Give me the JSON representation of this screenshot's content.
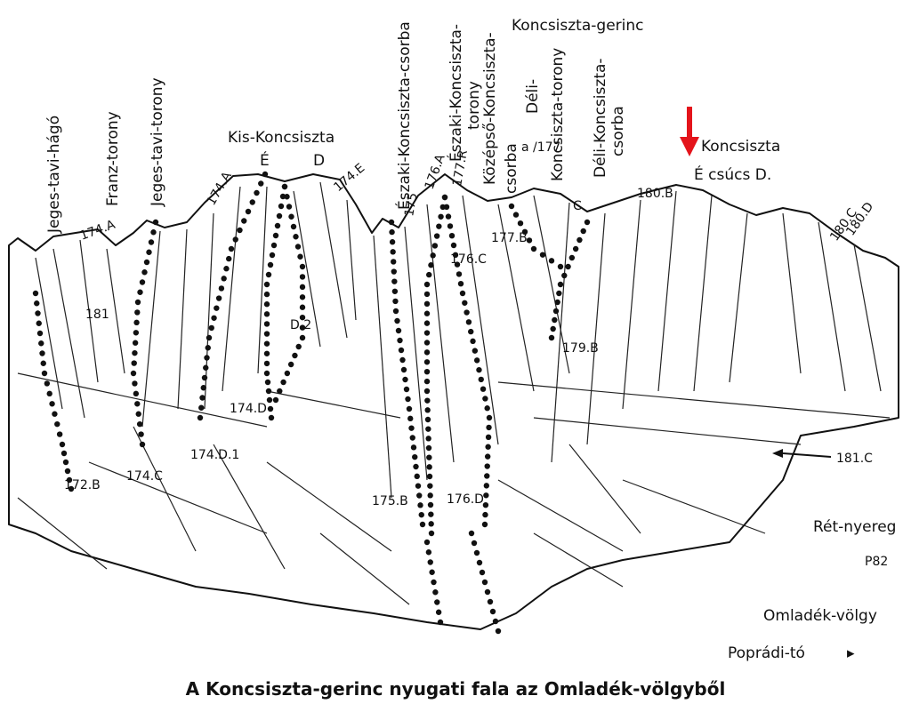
{
  "caption": "A Koncsiszta-gerinc nyugati fala  az Omladék-völgyből",
  "marker_color": "#e4141b",
  "labels": {
    "koncsiszta_gerinc": "Koncsiszta-gerinc",
    "jeges_tavi_hago": "Jeges-tavi-hágó",
    "franz_torony": "Franz-torony",
    "jeges_tavi_torony": "Jeges-tavi-torony",
    "kis_koncsiszta": "Kis-Koncsiszta",
    "kis_e": "É",
    "kis_d": "D",
    "eszaki_csorba": "Északi-Koncsiszta-csorba",
    "eszaki_torony_a": "Északi-Koncsiszta-",
    "eszaki_torony_b": "torony",
    "kozepso_a": "Középső-Koncsiszta-",
    "kozepso_b": "csorba",
    "deli_torony_a": "Déli-",
    "deli_torony_b": "Koncsiszta-torony",
    "deli_csorba_a": "Déli-Koncsiszta-",
    "deli_csorba_b": "csorba",
    "koncsiszta": "Koncsiszta",
    "csucs": "É  csúcs  D.",
    "ret_nyereg": "Rét-nyereg",
    "p82": "P82",
    "omladek_volgy": "Omladék-völgy",
    "popradi_to": "Poprádi-tó",
    "arrow_right": "▸"
  },
  "routes": {
    "r172B": "172.B",
    "r174A": "174.A",
    "r174C": "174.C",
    "r174D": "174.D",
    "r174D1": "174.D.1",
    "r174E": "174.E",
    "rD2": "D.2",
    "r175": "175",
    "r175B": "175.B",
    "r176A": "176.A",
    "r176C": "176.C",
    "r176D": "176.D",
    "r177B": "177.B",
    "ra177": "a /177",
    "r177R": "177.R",
    "r179B": "179.B",
    "r180B": "180.B",
    "r180C": "180.C",
    "r180D": "180.D",
    "r181": "181",
    "r181C": "181.C",
    "rC": "C",
    "r174A2": "174.A"
  }
}
